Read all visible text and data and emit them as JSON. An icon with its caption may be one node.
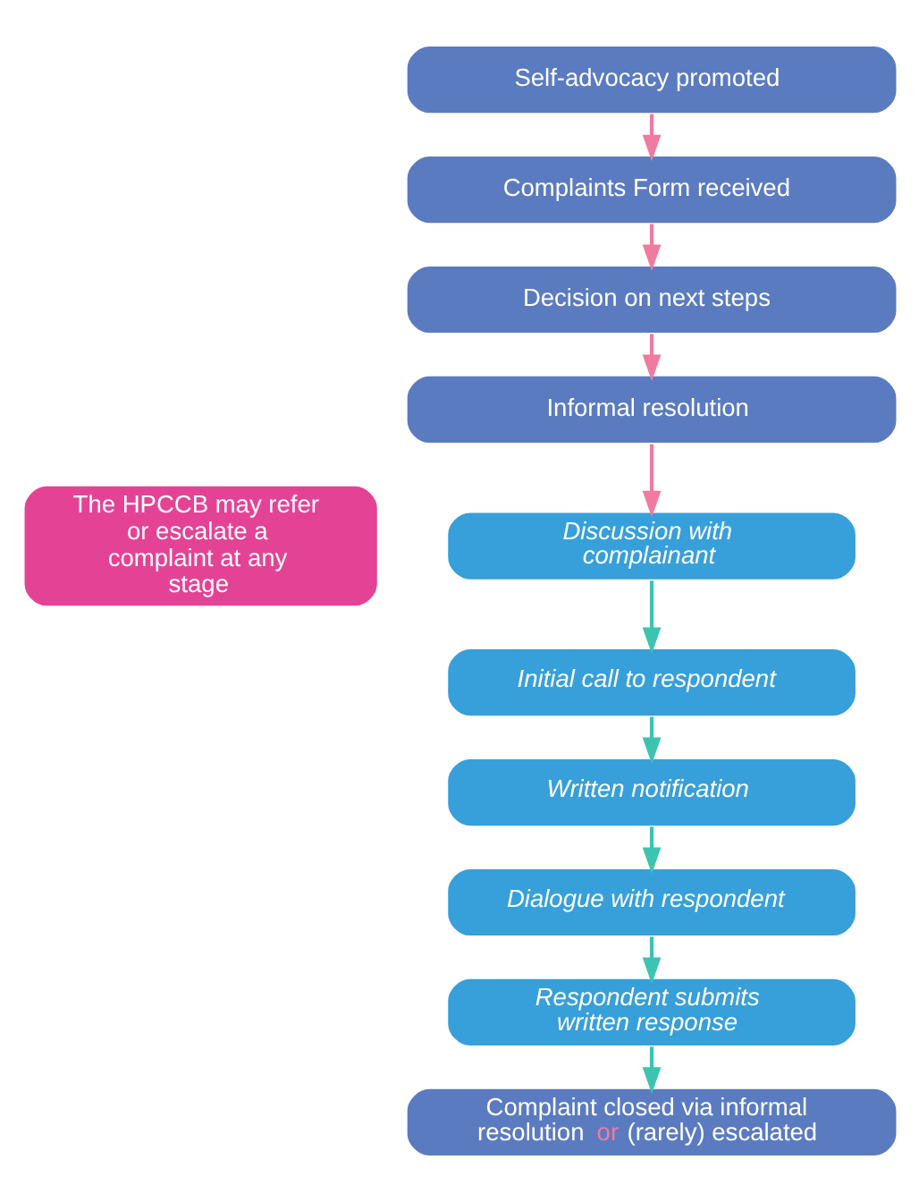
{
  "diagram": {
    "nodes": [
      {
        "text": [
          "Self-advocacy promoted"
        ]
      },
      {
        "text": [
          "Complaints Form received"
        ]
      },
      {
        "text": [
          "Decision on next steps"
        ]
      },
      {
        "text": [
          "Informal resolution"
        ]
      },
      {
        "text": [
          "The HPCCB may refer or escalate a complaint at any stage"
        ]
      },
      {
        "text": [
          "Discussion with complainant"
        ]
      },
      {
        "text": [
          "Initial call to respondent"
        ]
      },
      {
        "text": [
          "Written notification"
        ]
      },
      {
        "text": [
          "Dialogue with respondent"
        ]
      },
      {
        "text": [
          "Respondent submits written response"
        ]
      },
      {
        "text": [
          "Complaint closed via informal resolution *or* (rarely) escalated"
        ]
      }
    ],
    "edges": [
      {
        "from": 0,
        "to": 1,
        "arrow": "to",
        "color": "#f07aa0"
      },
      {
        "from": 1,
        "to": 2,
        "arrow": "to",
        "color": "#f07aa0"
      },
      {
        "from": 2,
        "to": 3,
        "arrow": "to",
        "color": "#f07aa0"
      },
      {
        "from": 3,
        "to": 5,
        "arrow": "to",
        "color": "#f07aa0"
      },
      {
        "from": 5,
        "to": 6,
        "arrow": "to"
      },
      {
        "from": 6,
        "to": 7,
        "arrow": "to"
      },
      {
        "from": 7,
        "to": 8,
        "arrow": "to"
      },
      {
        "from": 8,
        "to": 9,
        "arrow": "to"
      },
      {
        "from": 9,
        "to": 10,
        "arrow": "to"
      }
    ]
  }
}
